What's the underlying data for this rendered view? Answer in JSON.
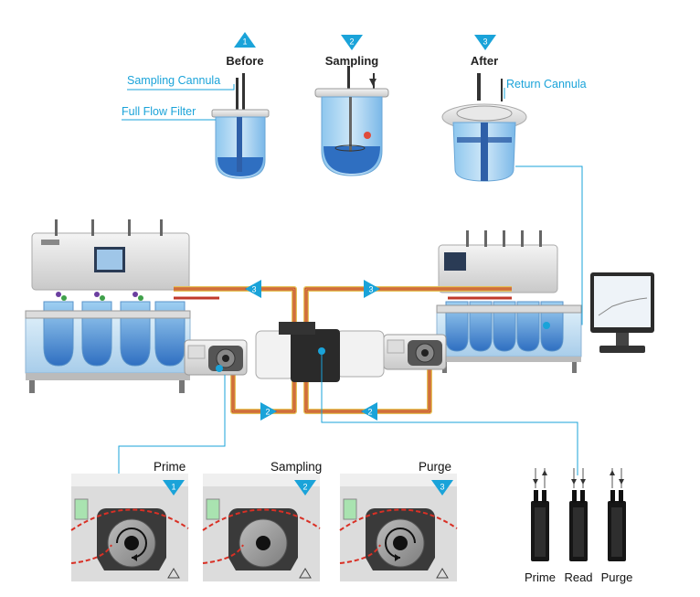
{
  "steps": [
    {
      "number": "1",
      "title": "Before",
      "direction": "up"
    },
    {
      "number": "2",
      "title": "Sampling",
      "direction": "down"
    },
    {
      "number": "3",
      "title": "After",
      "direction": "down"
    }
  ],
  "callouts": {
    "sampling_cannula": "Sampling Cannula",
    "full_flow_filter": "Full Flow Filter",
    "return_cannula": "Return Cannula"
  },
  "flow_markers": [
    {
      "number": "3",
      "direction": "left"
    },
    {
      "number": "3",
      "direction": "right"
    },
    {
      "number": "2",
      "direction": "right"
    },
    {
      "number": "2",
      "direction": "left"
    }
  ],
  "pump_modes": [
    {
      "title": "Prime",
      "number": "1",
      "rotation": "clockwise"
    },
    {
      "title": "Sampling",
      "number": "2",
      "rotation": "none"
    },
    {
      "title": "Purge",
      "number": "3",
      "rotation": "counterclockwise"
    }
  ],
  "flow_cells": [
    "Prime",
    "Read",
    "Purge"
  ],
  "colors": {
    "accent": "#1aa3d9",
    "tubing_orange": "#e2a24a",
    "tubing_red": "#c0392b",
    "tubing_yellow": "#e6c35a",
    "vessel_blue": "#7ab8e8",
    "vessel_fill": "#2f6fc1"
  }
}
